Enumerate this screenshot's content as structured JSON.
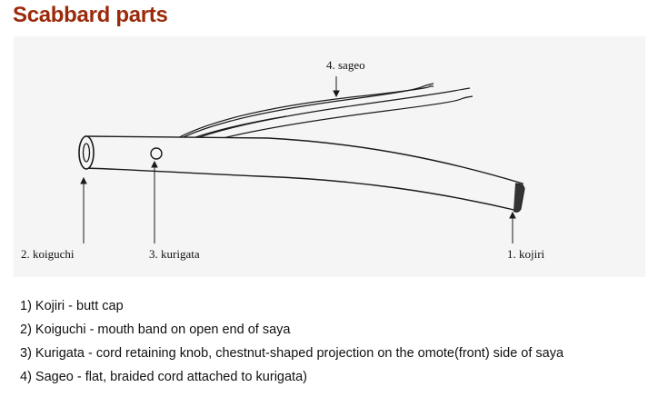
{
  "title": "Scabbard parts",
  "diagram": {
    "labels": {
      "sageo": "4. sageo",
      "koiguchi": "2. koiguchi",
      "kurigata": "3. kurigata",
      "kojiri": "1. kojiri"
    }
  },
  "notes": [
    "1) Kojiri - butt cap",
    "2) Koiguchi - mouth band on open end of saya",
    "3) Kurigata - cord retaining knob, chestnut-shaped projection on the omote(front) side of saya",
    "4) Sageo - flat, braided cord attached to kurigata)"
  ]
}
